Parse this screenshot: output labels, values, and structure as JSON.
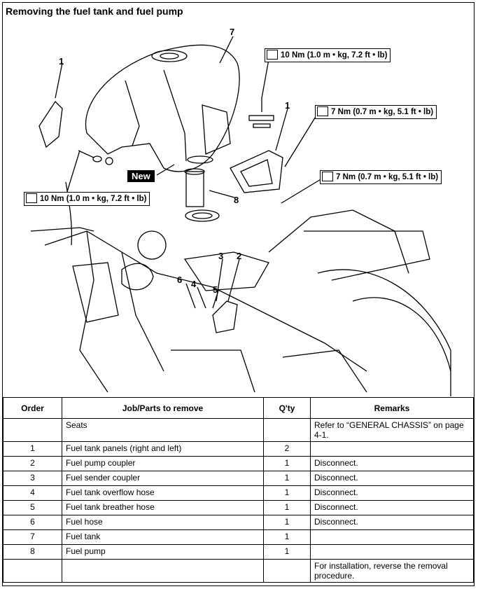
{
  "title": "Removing the fuel tank and fuel pump",
  "figure": {
    "callouts": [
      "7",
      "1",
      "1",
      "8",
      "3",
      "2",
      "6",
      "4",
      "5"
    ],
    "torque": [
      "10 Nm (1.0 m • kg, 7.2 ft • lb)",
      "7 Nm (0.7 m • kg, 5.1 ft • lb)",
      "7 Nm (0.7 m • kg, 5.1 ft • lb)",
      "10 Nm (1.0 m • kg, 7.2 ft • lb)"
    ],
    "new_label": "New"
  },
  "table": {
    "headers": [
      "Order",
      "Job/Parts to remove",
      "Q'ty",
      "Remarks"
    ],
    "rows": [
      {
        "order": "",
        "part": "Seats",
        "qty": "",
        "remarks": "Refer to “GENERAL CHASSIS” on page 4-1."
      },
      {
        "order": "1",
        "part": "Fuel tank panels (right and left)",
        "qty": "2",
        "remarks": ""
      },
      {
        "order": "2",
        "part": "Fuel pump coupler",
        "qty": "1",
        "remarks": "Disconnect."
      },
      {
        "order": "3",
        "part": "Fuel sender coupler",
        "qty": "1",
        "remarks": "Disconnect."
      },
      {
        "order": "4",
        "part": "Fuel tank overflow hose",
        "qty": "1",
        "remarks": "Disconnect."
      },
      {
        "order": "5",
        "part": "Fuel tank breather hose",
        "qty": "1",
        "remarks": "Disconnect."
      },
      {
        "order": "6",
        "part": "Fuel hose",
        "qty": "1",
        "remarks": "Disconnect."
      },
      {
        "order": "7",
        "part": "Fuel tank",
        "qty": "1",
        "remarks": ""
      },
      {
        "order": "8",
        "part": "Fuel pump",
        "qty": "1",
        "remarks": ""
      },
      {
        "order": "",
        "part": "",
        "qty": "",
        "remarks": "For installation, reverse the removal procedure."
      }
    ]
  }
}
